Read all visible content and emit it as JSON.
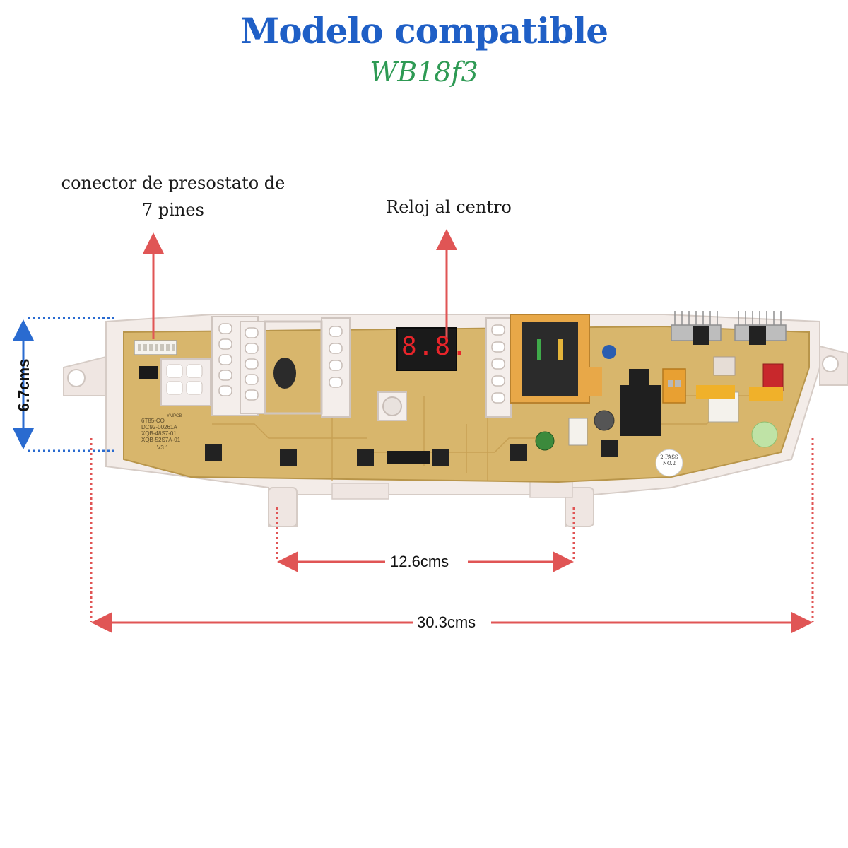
{
  "title": "Modelo compatible",
  "subtitle": "WB18f3",
  "colors": {
    "title": "#1f5fc6",
    "subtitle": "#2e9a54",
    "arrow_red": "#e05555",
    "arrow_blue": "#2a6bd0",
    "board": "#d8b66c",
    "housing": "#f3ece8"
  },
  "callouts": {
    "connector_line1": "conector de presostato de",
    "connector_line2": "7 pines",
    "clock": "Reloj al centro"
  },
  "dimensions": {
    "height": "6.7cms",
    "mount_spacing": "12.6cms",
    "total_width": "30.3cms"
  },
  "display": {
    "digits": "8.8."
  },
  "board_labels": {
    "model_lines": [
      "6T85-CO",
      "DC92-00261A",
      "XQB-48S7-01",
      "XQB-52S7A-01"
    ],
    "version": "V3.1",
    "brand": "YMPCB",
    "pass_sticker_line1": "2-PASS",
    "pass_sticker_line2": "NO.2"
  }
}
